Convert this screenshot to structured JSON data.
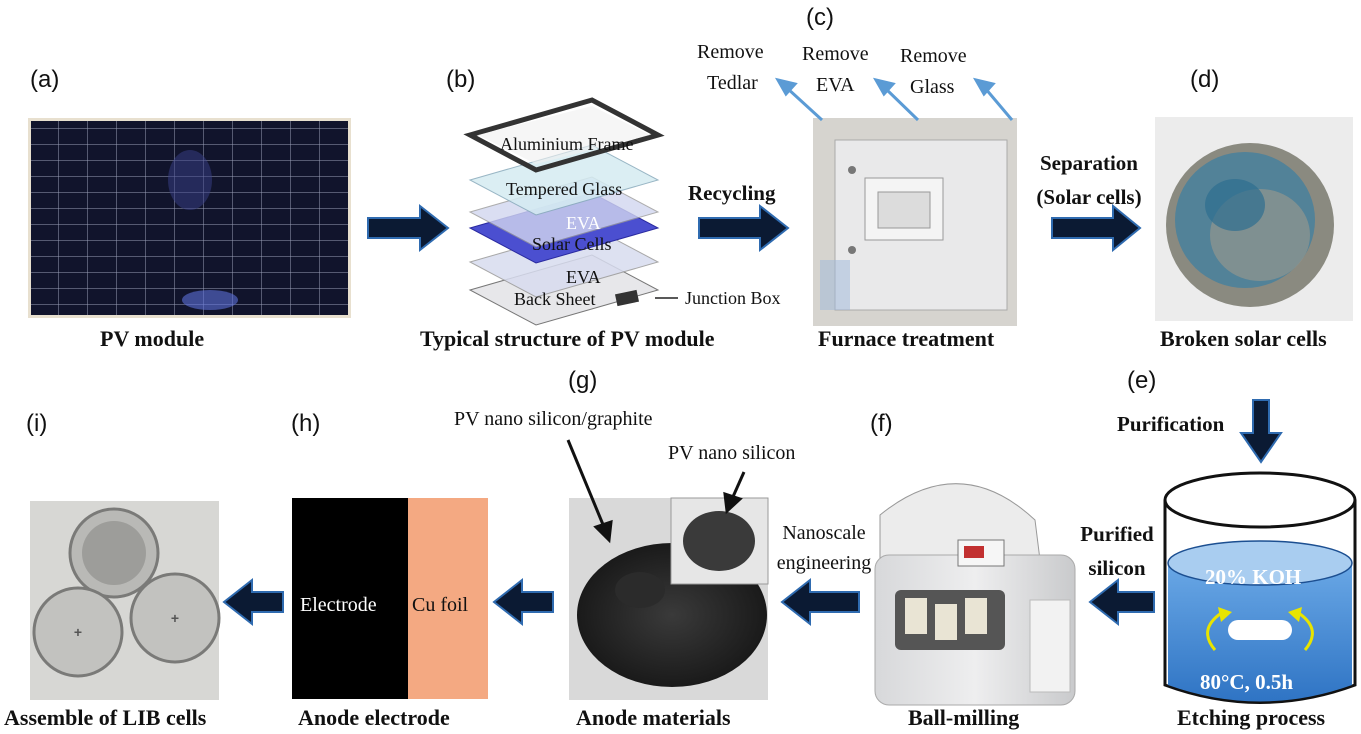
{
  "panels": {
    "a": {
      "letter": "(a)",
      "caption": "PV module"
    },
    "b": {
      "letter": "(b)",
      "caption": "Typical structure of PV module",
      "layers": {
        "frame": "Aluminium Frame",
        "glass": "Tempered Glass",
        "eva_top": "EVA",
        "cells": "Solar Cells",
        "eva_bottom": "EVA",
        "back": "Back Sheet",
        "junction": "Junction Box"
      }
    },
    "c": {
      "letter": "(c)",
      "caption": "Furnace treatment",
      "removals": {
        "tedlar_1": "Remove",
        "tedlar_2": "Tedlar",
        "eva_1": "Remove",
        "eva_2": "EVA",
        "glass_1": "Remove",
        "glass_2": "Glass"
      }
    },
    "d": {
      "letter": "(d)",
      "caption": "Broken solar cells"
    },
    "e": {
      "letter": "(e)",
      "caption": "Etching process",
      "solution": "20% KOH",
      "condition": "80°C, 0.5h"
    },
    "f": {
      "letter": "(f)",
      "caption": "Ball-milling"
    },
    "g": {
      "letter": "(g)",
      "caption": "Anode materials",
      "pointer_main": "PV nano silicon/graphite",
      "pointer_inset": "PV nano silicon"
    },
    "h": {
      "letter": "(h)",
      "caption": "Anode electrode",
      "electrode": "Electrode",
      "foil": "Cu foil"
    },
    "i": {
      "letter": "(i)",
      "caption": "Assemble of LIB cells"
    }
  },
  "steps": {
    "recycling": "Recycling",
    "separation_1": "Separation",
    "separation_2": "(Solar cells)",
    "purification": "Purification",
    "purified_1": "Purified",
    "purified_2": "silicon",
    "nano_1": "Nanoscale",
    "nano_2": "engineering"
  },
  "colors": {
    "arrow_fill": "#0b1a33",
    "arrow_outline": "#2f6bb0",
    "removal_arrow": "#5b9bd5",
    "kOH_liquid": "#4a90d9",
    "cu_foil": "#f4a982"
  }
}
